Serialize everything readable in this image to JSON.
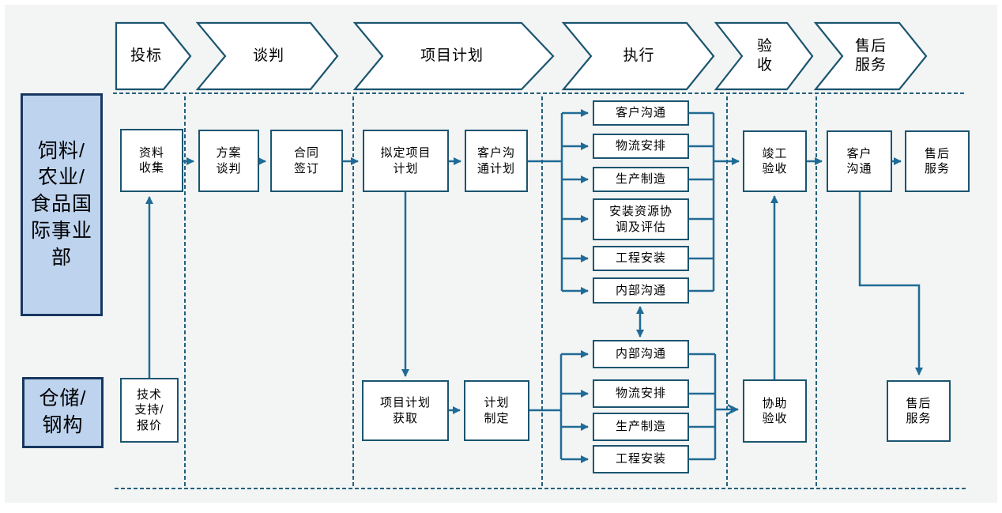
{
  "phases": [
    {
      "label": "投标"
    },
    {
      "label": "谈判"
    },
    {
      "label": "项目计划"
    },
    {
      "label": "执行"
    },
    {
      "label": "验\n收"
    },
    {
      "label": "售后\n服务"
    }
  ],
  "lanes": [
    {
      "label": "饲料/\n农业/\n食品国\n际事业\n部"
    },
    {
      "label": "仓储/\n钢构"
    }
  ],
  "lane1": {
    "collect": "资料\n收集",
    "negotiate": "方案\n谈判",
    "contract": "合同\n签订",
    "draft_plan": "拟定项目\n计划",
    "comm_plan": "客户沟\n通计划",
    "exec": [
      "客户沟通",
      "物流安排",
      "生产制造",
      "安装资源协\n调及评估",
      "工程安装",
      "内部沟通"
    ],
    "completion": "竣工\n验收",
    "after_comm": "客户\n沟通",
    "after_service": "售后\n服务"
  },
  "lane2": {
    "tech_quote": "技术\n支持/\n报价",
    "plan_obtain": "项目计划\n获取",
    "plan_make": "计划\n制定",
    "exec": [
      "内部沟通",
      "物流安排",
      "生产制造",
      "工程安装"
    ],
    "assist": "协助\n验收",
    "after_service": "售后\n服务"
  },
  "colors": {
    "shape_stroke": "#1b5570",
    "arrow": "#1f6b96",
    "dashed": "#24607e",
    "lane_fill": "#bdd3ee",
    "lane_stroke": "#17375e",
    "background": "#f3f4f4",
    "text": "#000000"
  }
}
